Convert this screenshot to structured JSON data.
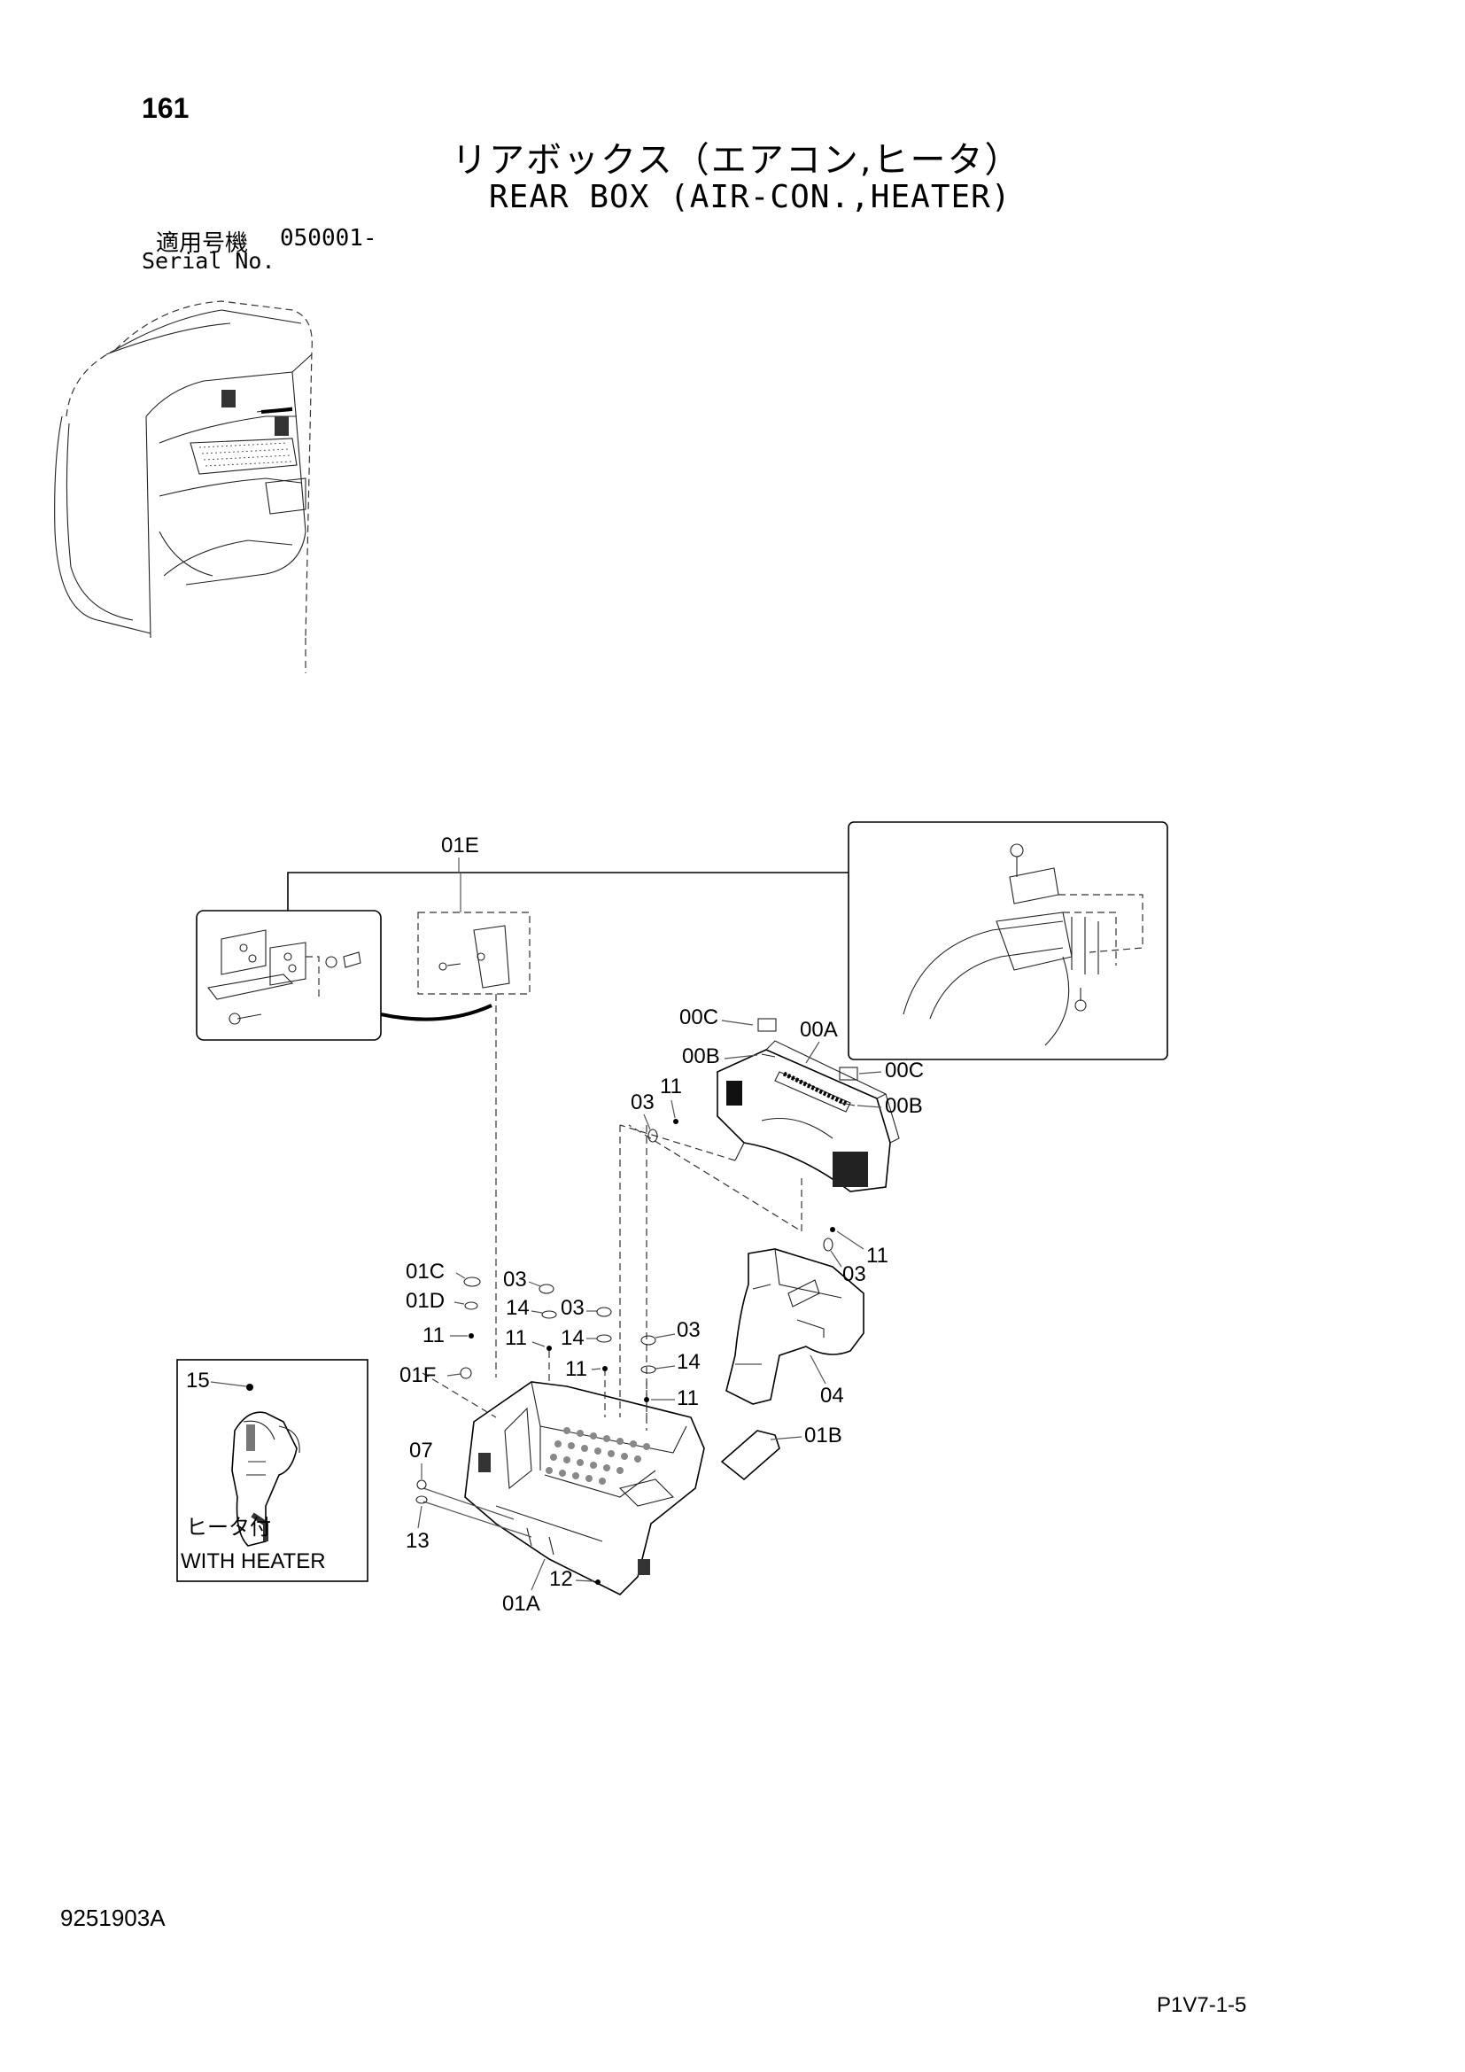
{
  "header": {
    "page_number": "161",
    "title_jp": "リアボックス（エアコン,ヒータ）",
    "title_en": "REAR BOX (AIR-CON.,HEATER)",
    "serial_label_jp": "適用号機",
    "serial_number": "050001-",
    "serial_label_en": "Serial No."
  },
  "callouts": {
    "c_01E": "01E",
    "c_00C_a": "00C",
    "c_00A": "00A",
    "c_00B_a": "00B",
    "c_00C_b": "00C",
    "c_00B_b": "00B",
    "c_03_a": "03",
    "c_11_a": "11",
    "c_11_b": "11",
    "c_03_b": "03",
    "c_01C": "01C",
    "c_01D": "01D",
    "c_11_c": "11",
    "c_01F": "01F",
    "c_03_c": "03",
    "c_14_a": "14",
    "c_03_d": "03",
    "c_11_d": "11",
    "c_14_b": "14",
    "c_11_e": "11",
    "c_03_e": "03",
    "c_14_c": "14",
    "c_11_f": "11",
    "c_04": "04",
    "c_01B": "01B",
    "c_07": "07",
    "c_13": "13",
    "c_12": "12",
    "c_01A": "01A",
    "c_15": "15"
  },
  "heater_box": {
    "label_jp": "ヒータ付",
    "label_en": "WITH HEATER"
  },
  "footer": {
    "doc_code": "9251903A",
    "page_code": "P1V7-1-5"
  }
}
